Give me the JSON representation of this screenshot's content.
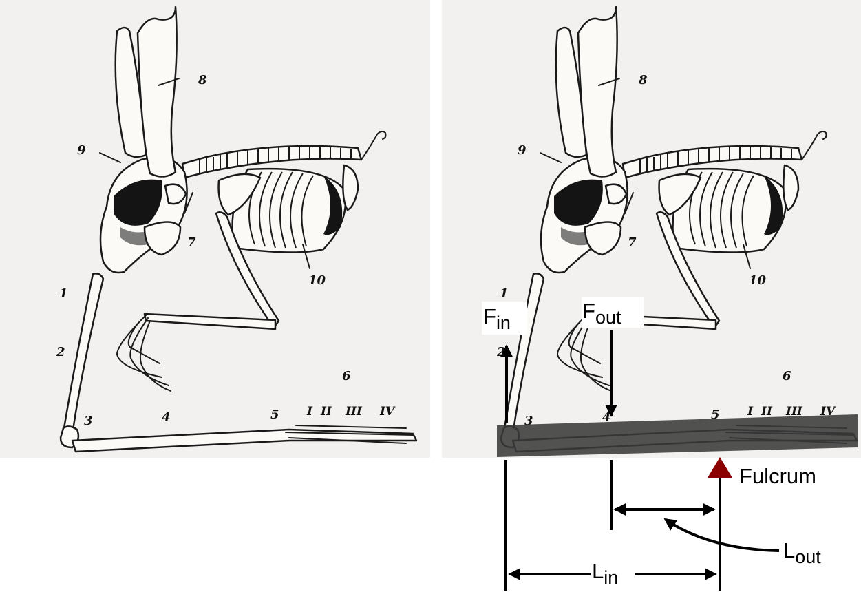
{
  "skeleton_labels": {
    "n1": "1",
    "n2": "2",
    "n3": "3",
    "n4": "4",
    "n5": "5",
    "n6": "6",
    "n7": "7",
    "n8": "8",
    "n9": "9",
    "n10": "10"
  },
  "digit_labels": {
    "d1": "I",
    "d2": "II",
    "d3": "III",
    "d4": "IV"
  },
  "lever": {
    "f_in": {
      "base": "F",
      "sub": "in"
    },
    "f_out": {
      "base": "F",
      "sub": "out"
    },
    "fulcrum": "Fulcrum",
    "l_out": {
      "base": "L",
      "sub": "out"
    },
    "l_in": {
      "base": "L",
      "sub": "in"
    },
    "colors": {
      "beam": "#3a3a3a",
      "fulcrum": "#8b0000",
      "ink": "#000000"
    }
  }
}
